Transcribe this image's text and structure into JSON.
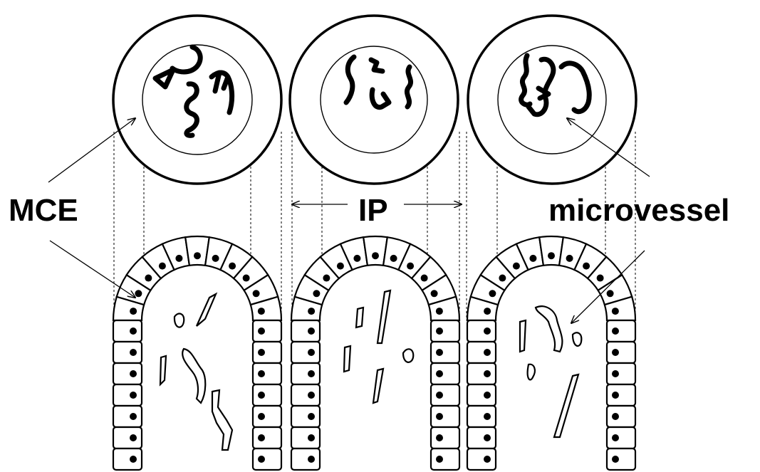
{
  "labels": {
    "mce": "MCE",
    "ip": "IP",
    "microvessel": "microvessel"
  }
}
